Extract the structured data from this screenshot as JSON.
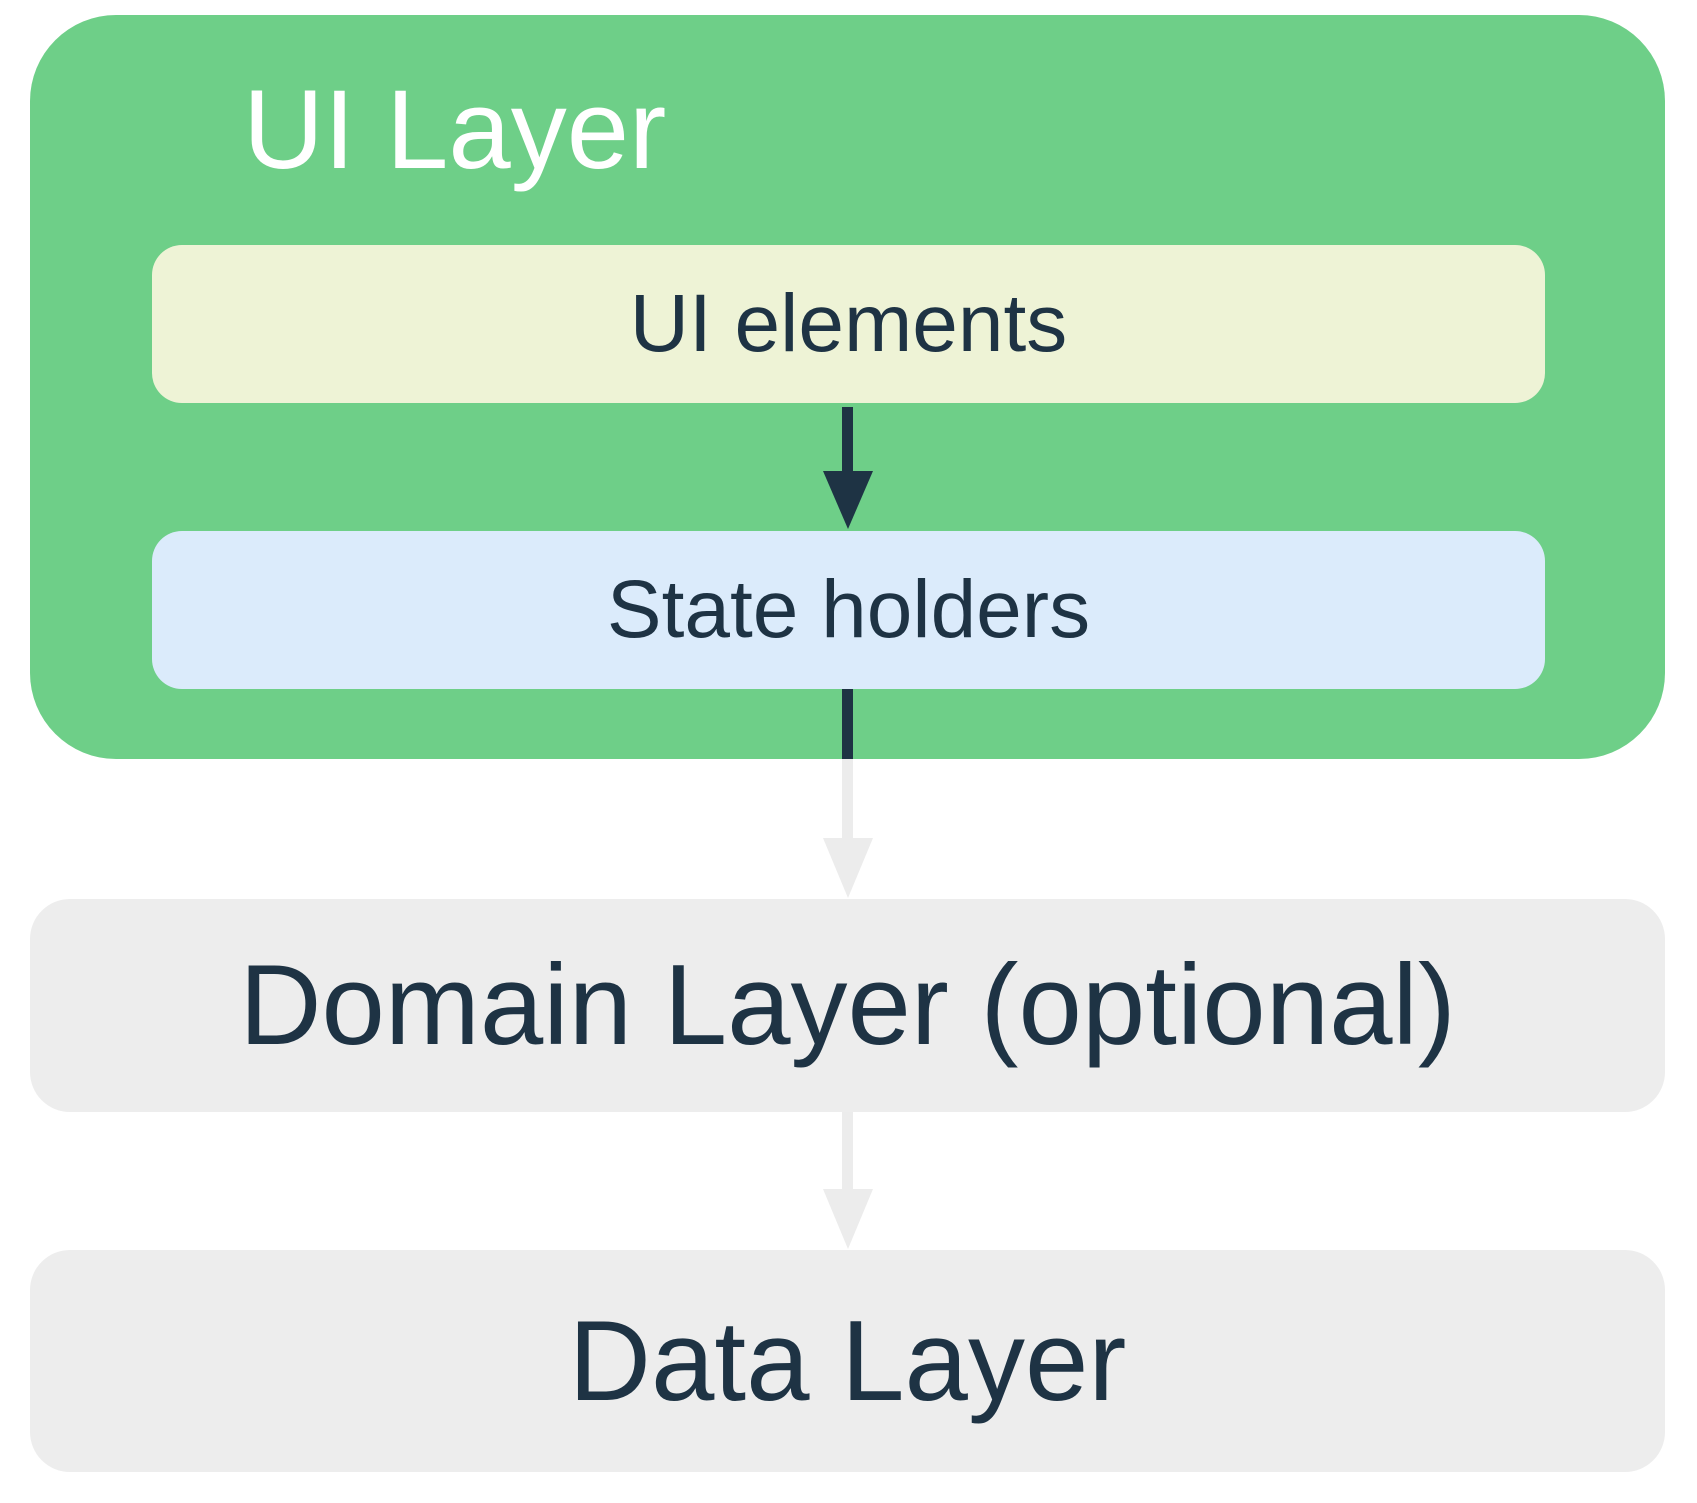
{
  "diagram": {
    "ui_layer": {
      "title": "UI Layer",
      "ui_elements_label": "UI elements",
      "state_holders_label": "State holders"
    },
    "domain_layer": {
      "label": "Domain Layer (optional)"
    },
    "data_layer": {
      "label": "Data Layer"
    },
    "arrows": [
      {
        "name": "ui-elements-to-state-holders",
        "style": "dark"
      },
      {
        "name": "state-holders-to-domain-layer",
        "style": "dark-inside-ui-layer-then-light"
      },
      {
        "name": "domain-layer-to-data-layer",
        "style": "light"
      }
    ],
    "colors": {
      "page_bg": "#FFFFFF",
      "ui_layer_bg": "#6ECF88",
      "ui_layer_title_color": "#FFFFFF",
      "ui_elements_bg": "#EEF3D6",
      "state_holders_bg": "#DBEBFB",
      "layer_bg": "#EDEDED",
      "text_dark": "#1E3344",
      "arrow_dark": "#1E3344",
      "arrow_light": "#ECECEC"
    }
  }
}
